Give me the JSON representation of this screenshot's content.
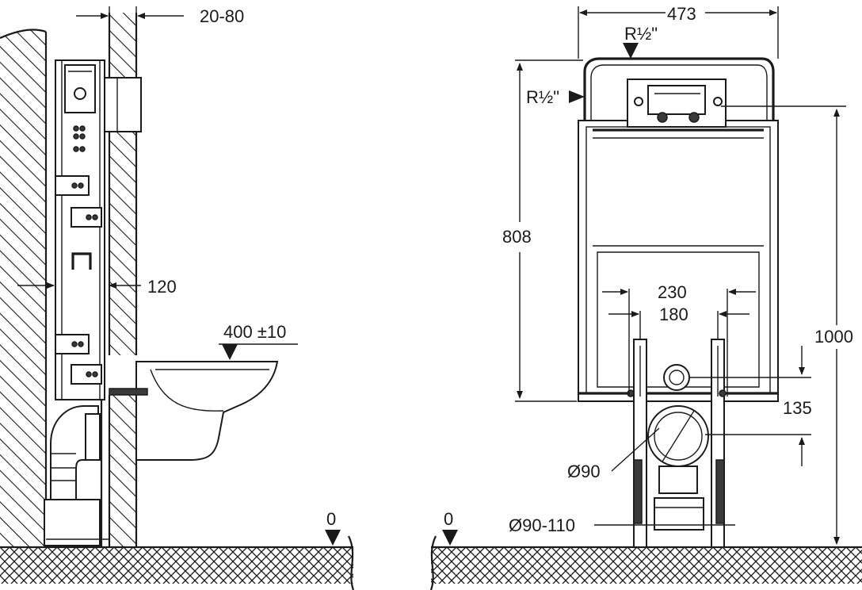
{
  "side_view": {
    "dimensions": {
      "wall_depth": "20-80",
      "frame_depth": "120",
      "bowl_height": "400 ±10",
      "floor_level": "0"
    }
  },
  "front_view": {
    "dimensions": {
      "frame_width": "473",
      "top_inlet": "R½\"",
      "side_inlet": "R½\"",
      "cistern_height": "808",
      "total_height": "1000",
      "bolt_spacing_outer": "230",
      "bolt_spacing_inner": "180",
      "drain_offset": "135",
      "flush_pipe": "Ø90",
      "drain_pipe": "Ø90-110",
      "floor_level": "0"
    }
  },
  "colors": {
    "line": "#1a1a1a",
    "fill_gray": "#bdbdbd",
    "background": "#ffffff"
  }
}
